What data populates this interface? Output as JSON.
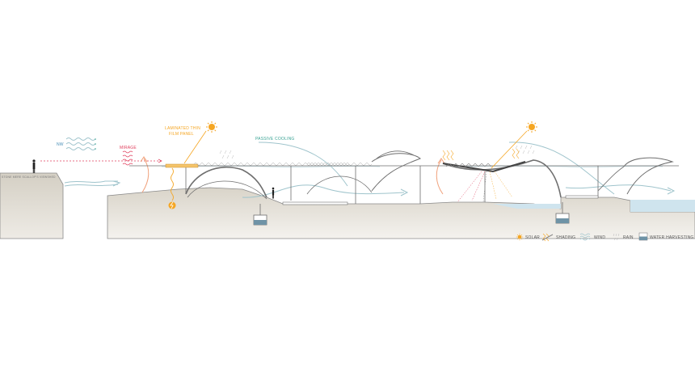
{
  "labels": {
    "cliff_caption": "STONE MERE SCALLOP'S VIEWSHED",
    "nw": "NW",
    "mirage": "MIRAGE",
    "laminated": [
      "LAMINATED THIN",
      "FILM PANEL"
    ],
    "passive_cooling": "PASSIVE COOLING"
  },
  "legend": [
    {
      "label": "SOLAR",
      "icon": "sun-icon"
    },
    {
      "label": "SHADING",
      "icon": "shading-icon"
    },
    {
      "label": "WIND",
      "icon": "wind-icon"
    },
    {
      "label": "RAIN",
      "icon": "rain-icon"
    },
    {
      "label": "WATER HARVESTING",
      "icon": "water-harvesting-icon"
    }
  ],
  "colors": {
    "ground": "#e4e0d8",
    "solar": "#f5a623",
    "mirage": "#e0405e",
    "wind": "#9fc4cc",
    "water": "#cfe4ee",
    "structure": "#6e6e6e",
    "text": "#555555"
  }
}
